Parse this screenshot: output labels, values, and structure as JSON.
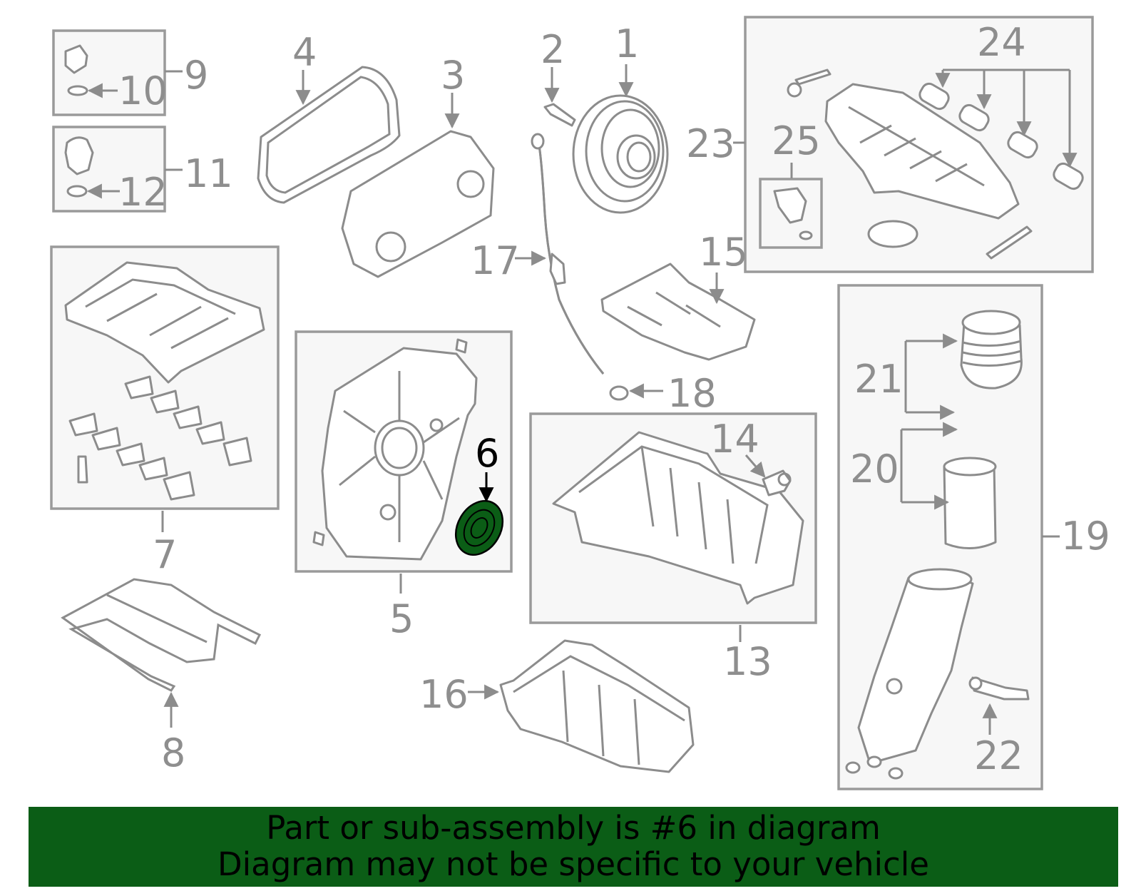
{
  "diagram": {
    "callouts": [
      "1",
      "2",
      "3",
      "4",
      "5",
      "6",
      "7",
      "8",
      "9",
      "10",
      "11",
      "12",
      "13",
      "14",
      "15",
      "16",
      "17",
      "18",
      "19",
      "20",
      "21",
      "22",
      "23",
      "24",
      "25"
    ],
    "highlighted_part": "6",
    "highlight_color": "#0b5d16",
    "line_color": "#8c8c8c"
  },
  "banner": {
    "line1": "Part or sub-assembly is #6 in diagram",
    "line2": "Diagram may not be specific to your vehicle",
    "background": "#0b5d16"
  }
}
